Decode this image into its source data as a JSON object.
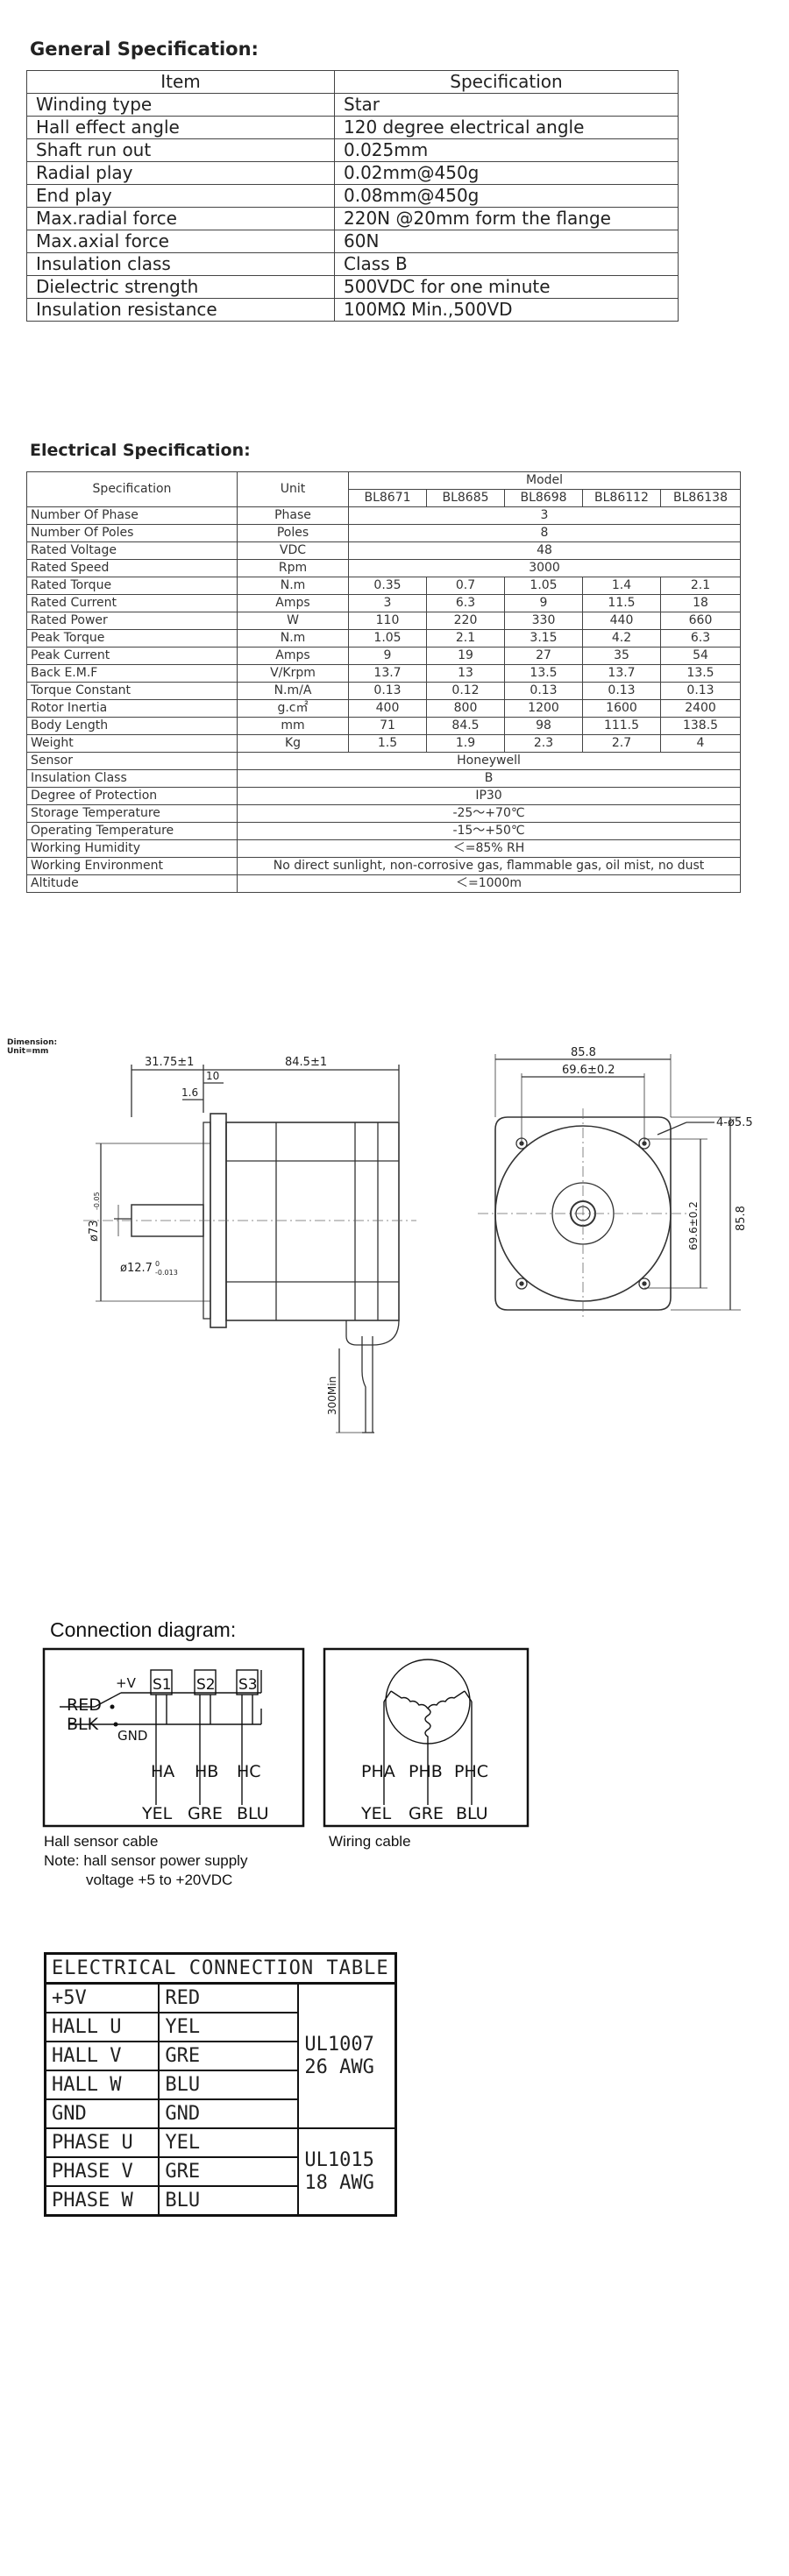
{
  "general": {
    "title": "General Specification:",
    "headers": [
      "Item",
      "Specification"
    ],
    "rows": [
      [
        "Winding type",
        "Star"
      ],
      [
        "Hall effect angle",
        "120 degree electrical angle"
      ],
      [
        "Shaft run out",
        "0.025mm"
      ],
      [
        "Radial play",
        "0.02mm@450g"
      ],
      [
        "End play",
        "0.08mm@450g"
      ],
      [
        "Max.radial force",
        "220N @20mm form the flange"
      ],
      [
        "Max.axial force",
        "60N"
      ],
      [
        "Insulation class",
        "Class B"
      ],
      [
        "Dielectric strength",
        "500VDC for one minute"
      ],
      [
        "Insulation resistance",
        "100MΩ Min.,500VD"
      ]
    ]
  },
  "electrical": {
    "title": "Electrical Specification:",
    "header_spec": "Specification",
    "header_unit": "Unit",
    "header_model": "Model",
    "models": [
      "BL8671",
      "BL8685",
      "BL8698",
      "BL86112",
      "BL86138"
    ],
    "rows": [
      {
        "label": "Number Of Phase",
        "unit": "Phase",
        "span": "3"
      },
      {
        "label": "Number Of Poles",
        "unit": "Poles",
        "span": "8"
      },
      {
        "label": "Rated Voltage",
        "unit": "VDC",
        "span": "48"
      },
      {
        "label": "Rated Speed",
        "unit": "Rpm",
        "span": "3000"
      },
      {
        "label": "Rated Torque",
        "unit": "N.m",
        "values": [
          "0.35",
          "0.7",
          "1.05",
          "1.4",
          "2.1"
        ]
      },
      {
        "label": "Rated Current",
        "unit": "Amps",
        "values": [
          "3",
          "6.3",
          "9",
          "11.5",
          "18"
        ]
      },
      {
        "label": "Rated Power",
        "unit": "W",
        "values": [
          "110",
          "220",
          "330",
          "440",
          "660"
        ]
      },
      {
        "label": "Peak Torque",
        "unit": "N.m",
        "values": [
          "1.05",
          "2.1",
          "3.15",
          "4.2",
          "6.3"
        ]
      },
      {
        "label": "Peak Current",
        "unit": "Amps",
        "values": [
          "9",
          "19",
          "27",
          "35",
          "54"
        ]
      },
      {
        "label": "Back E.M.F",
        "unit": "V/Krpm",
        "values": [
          "13.7",
          "13",
          "13.5",
          "13.7",
          "13.5"
        ]
      },
      {
        "label": "Torque Constant",
        "unit": "N.m/A",
        "values": [
          "0.13",
          "0.12",
          "0.13",
          "0.13",
          "0.13"
        ]
      },
      {
        "label": "Rotor Inertia",
        "unit": "g.c㎡",
        "values": [
          "400",
          "800",
          "1200",
          "1600",
          "2400"
        ]
      },
      {
        "label": "Body Length",
        "unit": "mm",
        "values": [
          "71",
          "84.5",
          "98",
          "111.5",
          "138.5"
        ]
      },
      {
        "label": "Weight",
        "unit": "Kg",
        "values": [
          "1.5",
          "1.9",
          "2.3",
          "2.7",
          "4"
        ]
      },
      {
        "label": "Sensor",
        "wide": "Honeywell"
      },
      {
        "label": "Insulation Class",
        "wide": "B"
      },
      {
        "label": "Degree of Protection",
        "wide": "IP30"
      },
      {
        "label": "Storage Temperature",
        "wide": "-25～+70℃"
      },
      {
        "label": "Operating Temperature",
        "wide": "-15～+50℃"
      },
      {
        "label": "Working Humidity",
        "wide": "＜=85% RH"
      },
      {
        "label": "Working Environment",
        "wide": "No direct sunlight, non-corrosive gas, flammable gas, oil mist, no dust"
      },
      {
        "label": "Altitude",
        "wide": "＜=1000m"
      }
    ]
  },
  "drawing": {
    "dim_note_1": "Dimension:",
    "dim_note_2": "Unit=mm",
    "d_31_75": "31.75±1",
    "d_84_5": "84.5±1",
    "d_10": "10",
    "d_1_6": "1.6",
    "d_73": "ø73",
    "d_73_tol": "-0.05",
    "d_12_7": "ø12.7",
    "d_12_7_tol": "-0.013",
    "d_12_7_zero": "0",
    "d_300": "300Min",
    "d_85_8_top": "85.8",
    "d_69_6_top": "69.6±0.2",
    "d_hole": "4-ø5.5",
    "d_69_6_side": "69.6±0.2",
    "d_85_8_side": "85.8"
  },
  "connection": {
    "title": "Connection diagram:",
    "plus_v": "+V",
    "red": "RED",
    "blk": "BLK",
    "gnd": "GND",
    "sensors": [
      "S1",
      "S2",
      "S3"
    ],
    "hall_labels": [
      "HA",
      "HB",
      "HC"
    ],
    "hall_colors": [
      "YEL",
      "GRE",
      "BLU"
    ],
    "phase_labels": [
      "PHA",
      "PHB",
      "PHC"
    ],
    "phase_colors": [
      "YEL",
      "GRE",
      "BLU"
    ],
    "hall_cable": "Hall sensor cable",
    "wiring_cable": "Wiring cable",
    "note_line1": "Note: hall sensor power supply",
    "note_line2": "voltage +5 to +20VDC"
  },
  "ect": {
    "title": "ELECTRICAL CONNECTION TABLE",
    "rows": [
      [
        "+5V",
        "RED"
      ],
      [
        "HALL U",
        "YEL"
      ],
      [
        "HALL V",
        "GRE"
      ],
      [
        "HALL W",
        "BLU"
      ],
      [
        "GND",
        "GND"
      ],
      [
        "PHASE U",
        "YEL"
      ],
      [
        "PHASE V",
        "GRE"
      ],
      [
        "PHASE W",
        "BLU"
      ]
    ],
    "wire1_line1": "UL1007",
    "wire1_line2": "26 AWG",
    "wire2_line1": "UL1015",
    "wire2_line2": "18 AWG"
  }
}
